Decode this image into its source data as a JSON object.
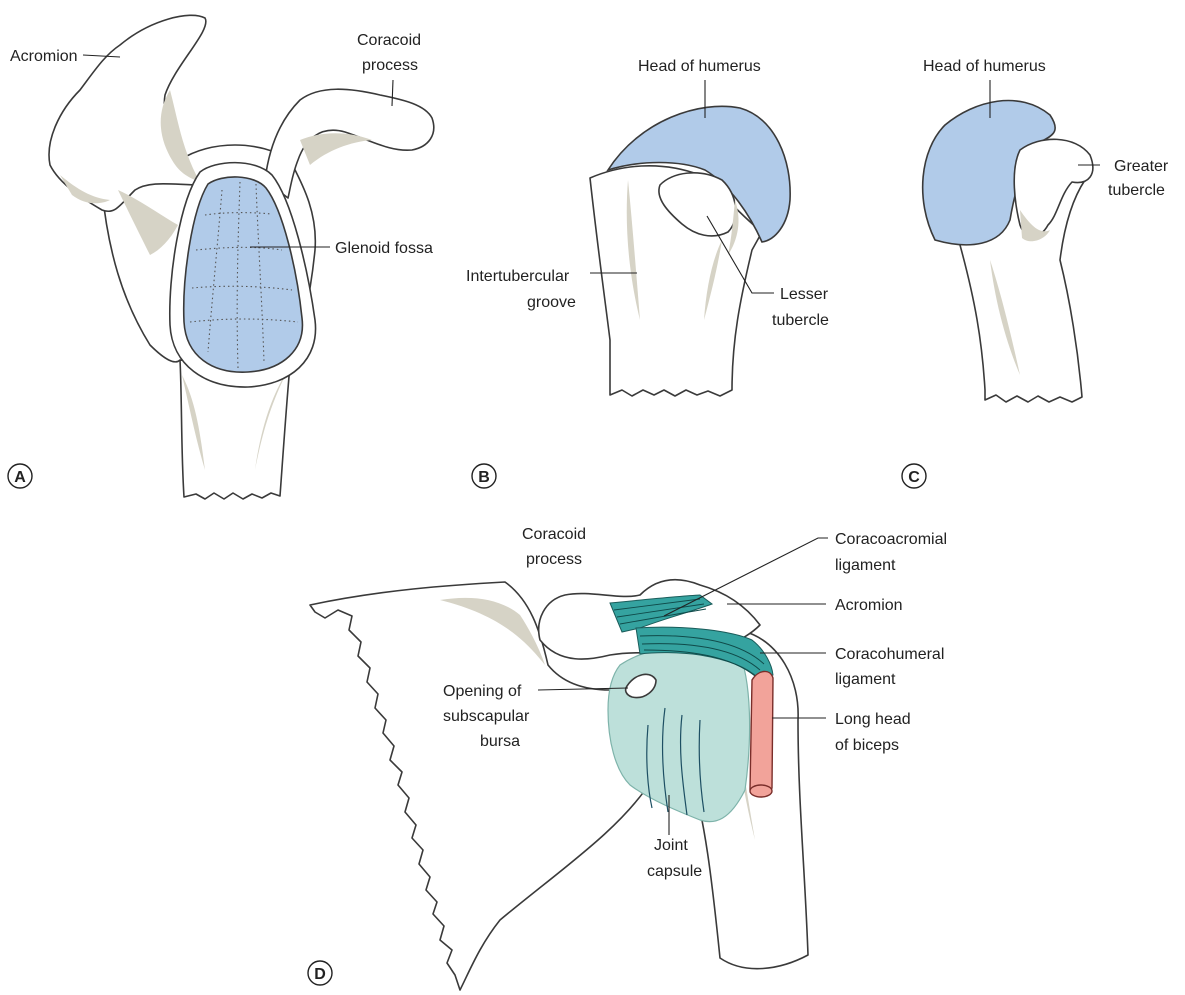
{
  "panels": {
    "a": {
      "letter": "A"
    },
    "b": {
      "letter": "B"
    },
    "c": {
      "letter": "C"
    },
    "d": {
      "letter": "D"
    }
  },
  "labels": {
    "a_acromion": "Acromion",
    "a_coracoid_1": "Coracoid",
    "a_coracoid_2": "process",
    "a_glenoid": "Glenoid fossa",
    "b_head": "Head of humerus",
    "b_groove_1": "Intertubercular",
    "b_groove_2": "groove",
    "b_lesser_1": "Lesser",
    "b_lesser_2": "tubercle",
    "c_head": "Head of humerus",
    "c_greater_1": "Greater",
    "c_greater_2": "tubercle",
    "d_coracoid_1": "Coracoid",
    "d_coracoid_2": "process",
    "d_cal_1": "Coracoacromial",
    "d_cal_2": "ligament",
    "d_acromion": "Acromion",
    "d_chl_1": "Coracohumeral",
    "d_chl_2": "ligament",
    "d_bursa_1": "Opening of",
    "d_bursa_2": "subscapular",
    "d_bursa_3": "bursa",
    "d_biceps_1": "Long head",
    "d_biceps_2": "of biceps",
    "d_capsule_1": "Joint",
    "d_capsule_2": "capsule"
  },
  "colors": {
    "bone": "#ffffff",
    "bone_shadow": "#d6d3c6",
    "articular_cartilage": "#b1cbe9",
    "joint_capsule": "#bde0da",
    "ligament": "#35a3a0",
    "biceps_tendon": "#f2a39a"
  }
}
